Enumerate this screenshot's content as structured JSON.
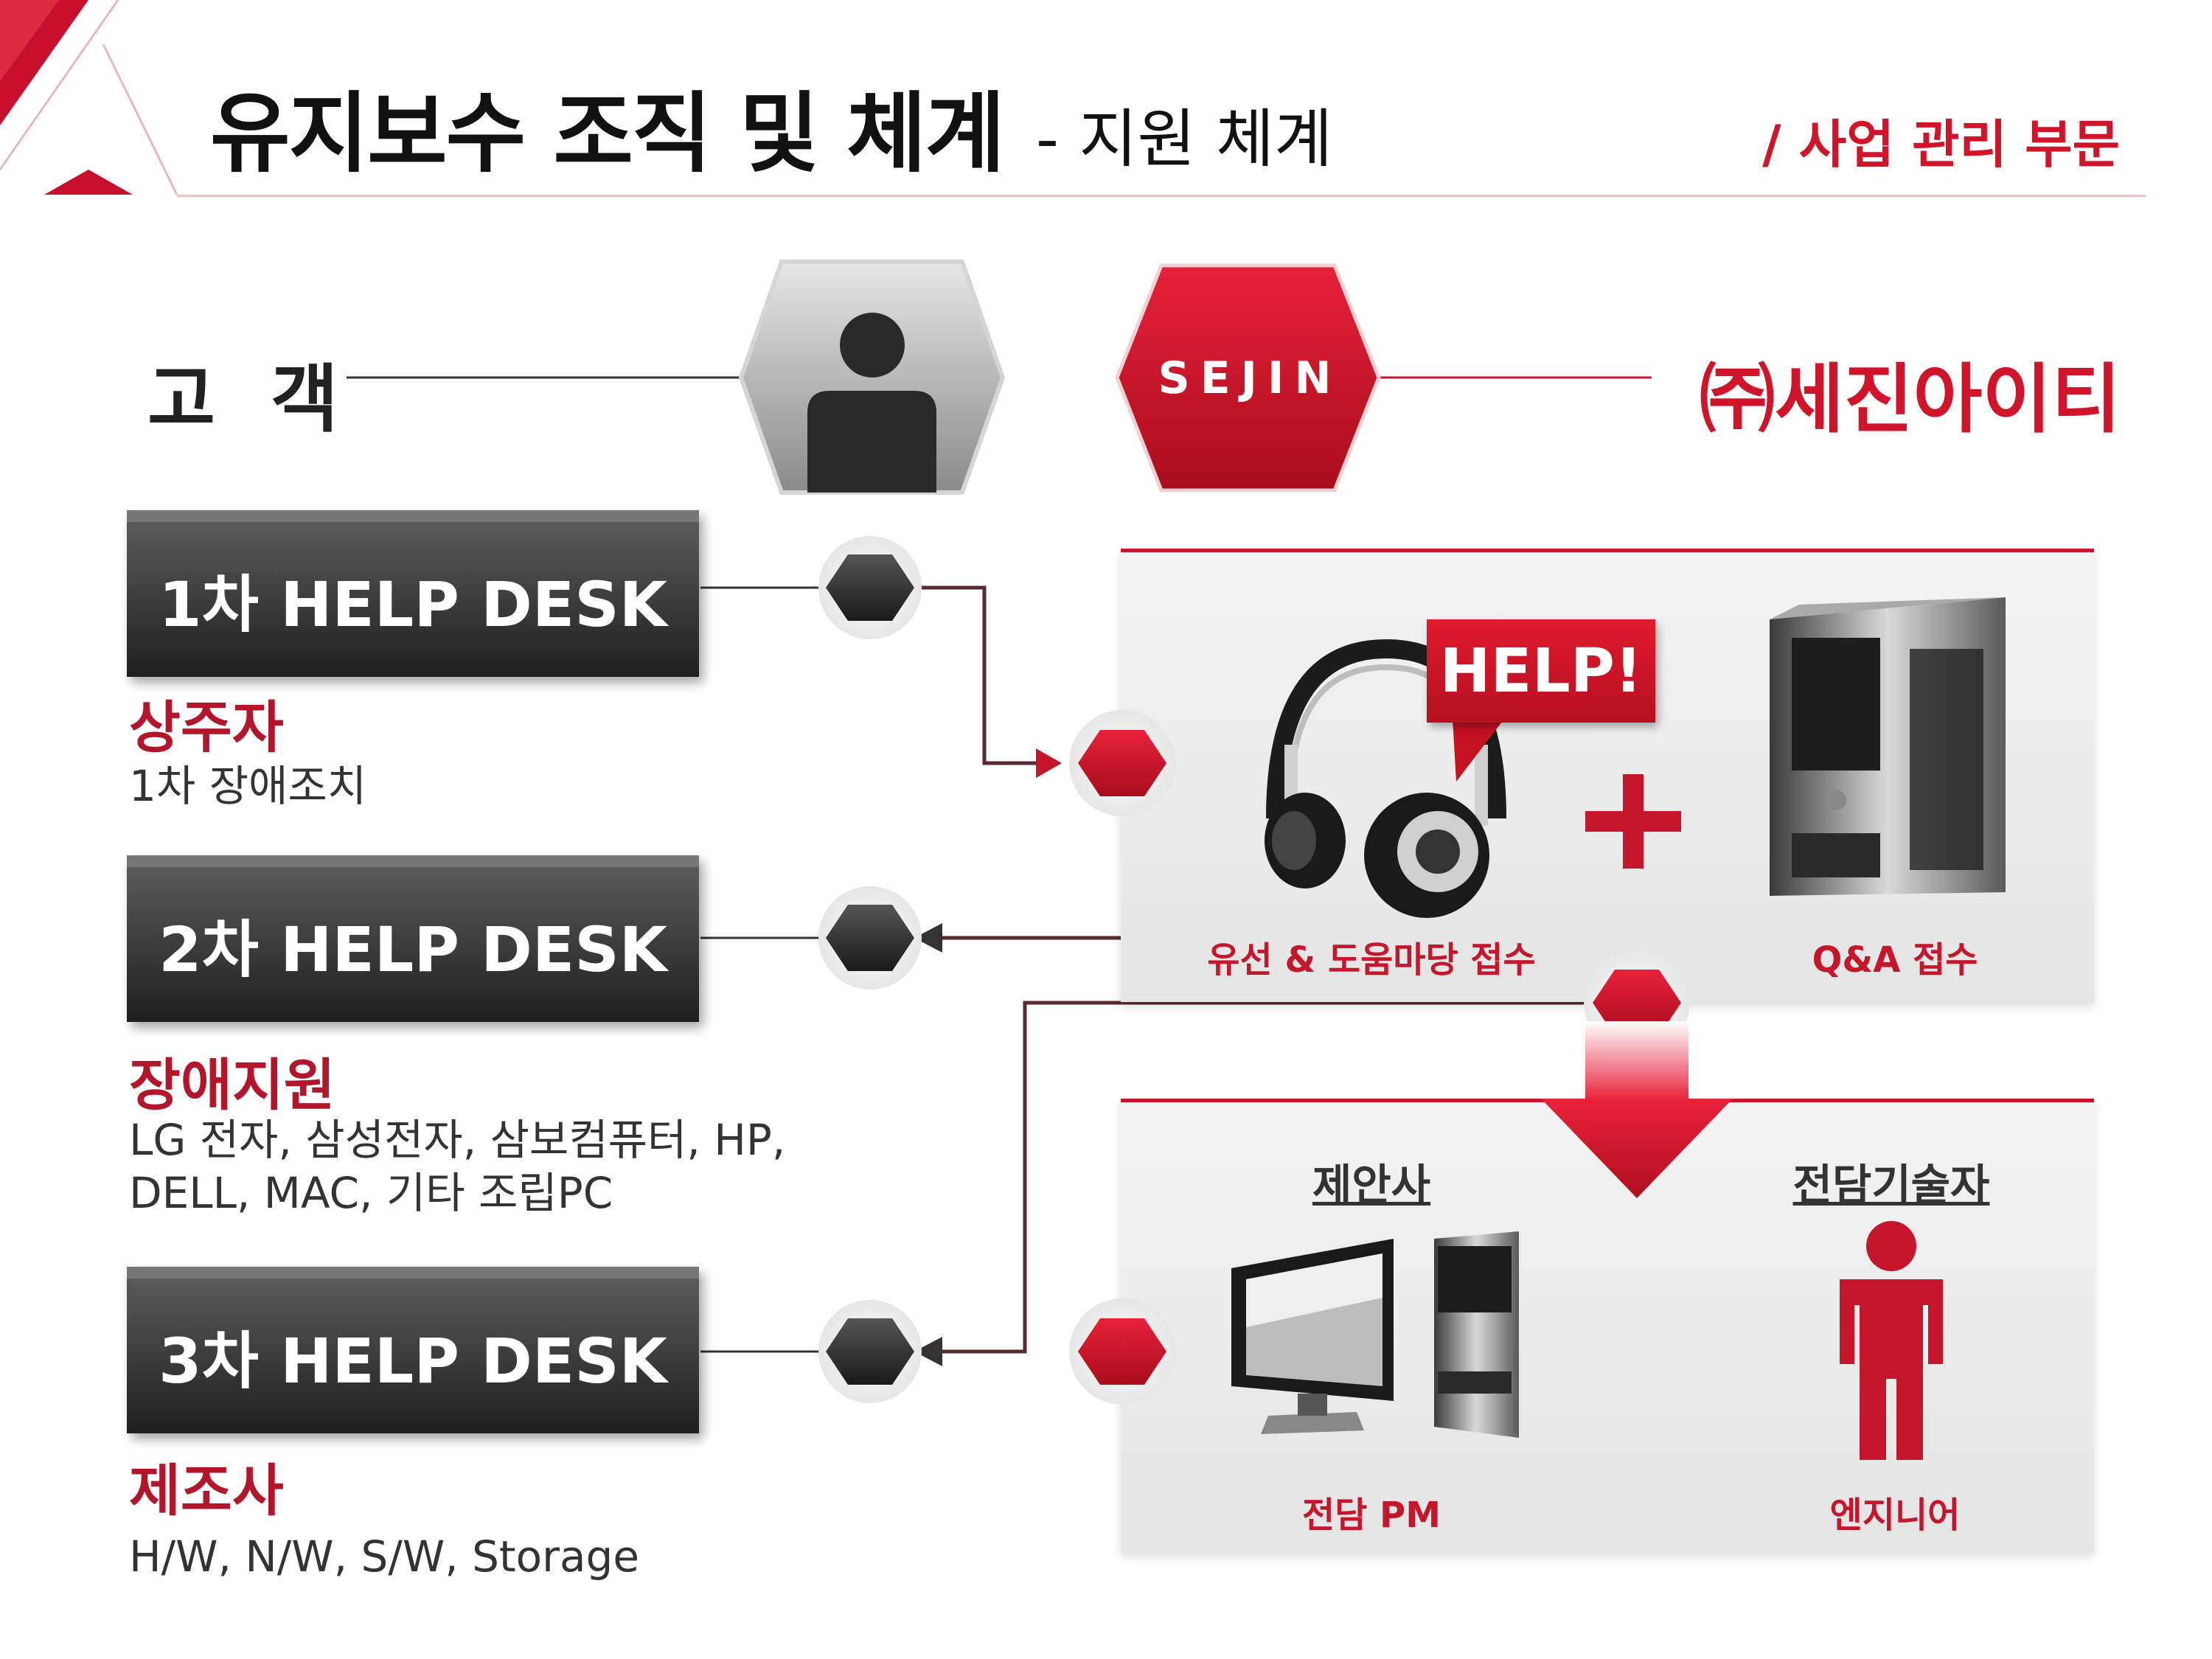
{
  "header": {
    "title": "유지보수 조직 및 체계",
    "subtitle": "- 지원 체계",
    "section": "/ 사업 관리 부문"
  },
  "customer": {
    "label": "고 객"
  },
  "company": {
    "logo_text": "SEJIN",
    "name": "㈜세진아이티"
  },
  "desks": [
    {
      "label": "1차 HELP DESK",
      "title": "상주자",
      "desc": [
        "1차 장애조치"
      ]
    },
    {
      "label": "2차 HELP DESK",
      "title": "장애지원",
      "desc": [
        "LG 전자, 삼성전자, 삼보컴퓨터, HP,",
        "DELL, MAC, 기타 조립PC"
      ]
    },
    {
      "label": "3차 HELP DESK",
      "title": "제조사",
      "desc": [
        "H/W, N/W, S/W, Storage"
      ]
    }
  ],
  "panel_top": {
    "bubble": "HELP!",
    "caption_left": "유선 & 도움마당 접수",
    "caption_right": "Q&A 접수"
  },
  "panel_bottom": {
    "head_left": "제안사",
    "head_right": "전담기술자",
    "caption_left": "전담 PM",
    "caption_right": "엔지니어"
  },
  "colors": {
    "accent": "#d0142a",
    "dark": "#2b2b2b",
    "panel": "#ececec"
  },
  "icons": [
    "person-icon",
    "headphones-icon",
    "tower-pc-icon",
    "plus-icon",
    "desktop-pc-icon",
    "engineer-icon",
    "down-arrow-icon",
    "hexagon-node-icon"
  ]
}
